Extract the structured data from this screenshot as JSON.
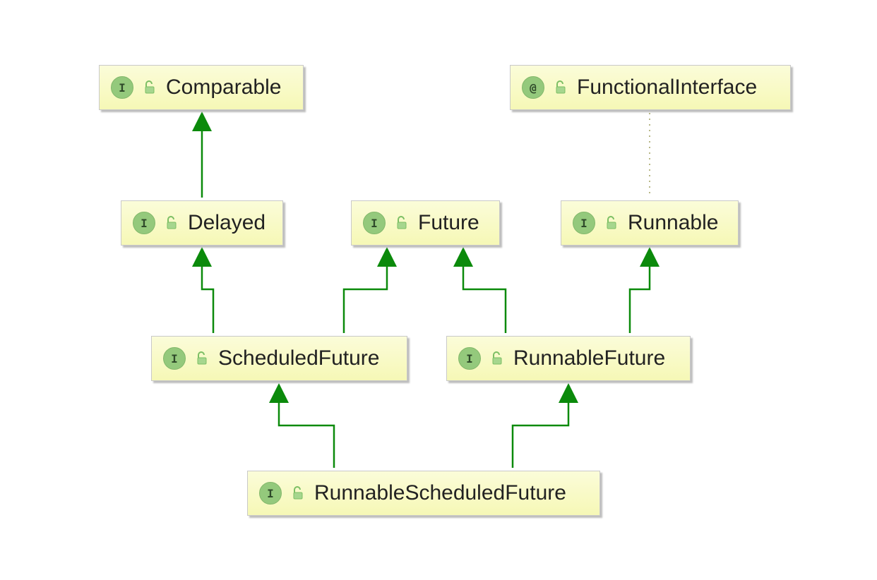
{
  "nodes": {
    "comparable": {
      "badge": "I",
      "name": "Comparable"
    },
    "functional_interface": {
      "badge": "@",
      "name": "FunctionalInterface"
    },
    "delayed": {
      "badge": "I",
      "name": "Delayed"
    },
    "future": {
      "badge": "I",
      "name": "Future"
    },
    "runnable": {
      "badge": "I",
      "name": "Runnable"
    },
    "scheduled_future": {
      "badge": "I",
      "name": "ScheduledFuture"
    },
    "runnable_future": {
      "badge": "I",
      "name": "RunnableFuture"
    },
    "runnable_scheduled_future": {
      "badge": "I",
      "name": "RunnableScheduledFuture"
    }
  },
  "edges": [
    {
      "from": "Delayed",
      "to": "Comparable",
      "kind": "extends"
    },
    {
      "from": "ScheduledFuture",
      "to": "Delayed",
      "kind": "extends"
    },
    {
      "from": "ScheduledFuture",
      "to": "Future",
      "kind": "extends"
    },
    {
      "from": "RunnableFuture",
      "to": "Future",
      "kind": "extends"
    },
    {
      "from": "RunnableFuture",
      "to": "Runnable",
      "kind": "extends"
    },
    {
      "from": "RunnableScheduledFuture",
      "to": "ScheduledFuture",
      "kind": "extends"
    },
    {
      "from": "RunnableScheduledFuture",
      "to": "RunnableFuture",
      "kind": "extends"
    },
    {
      "from": "Runnable",
      "to": "FunctionalInterface",
      "kind": "annotated-by"
    }
  ],
  "colors": {
    "edge": "#0b8a0b",
    "annotation_edge": "#a0a060",
    "node_fill": "#f8f9c4",
    "badge": "#94c97c"
  }
}
